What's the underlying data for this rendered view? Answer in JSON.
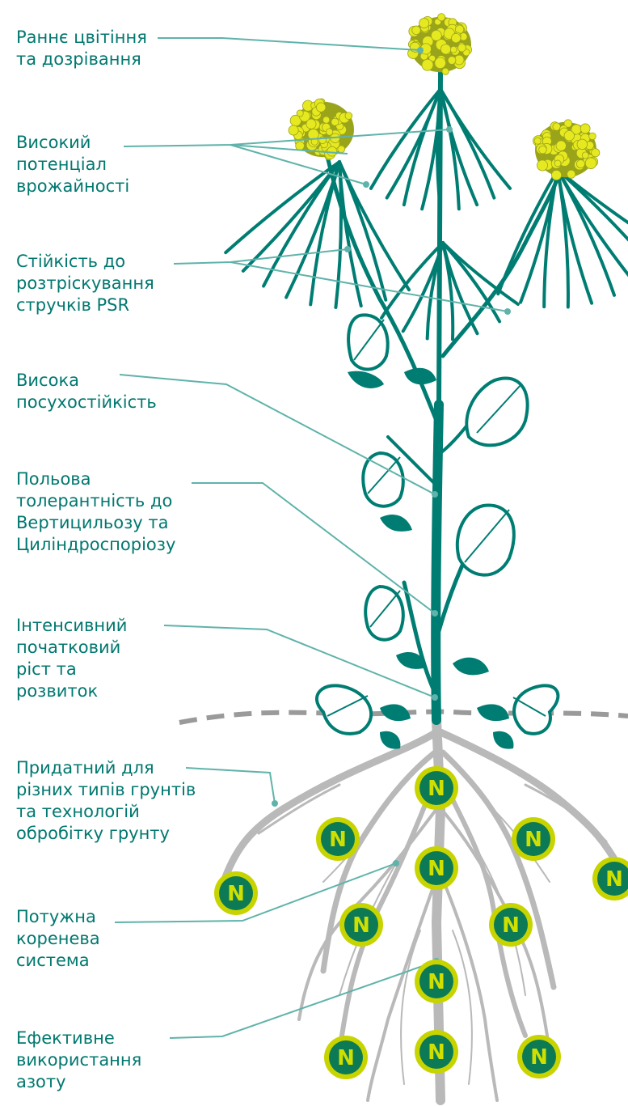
{
  "colors": {
    "stem": "#007d72",
    "label": "#00786f",
    "leader": "#5fb3aa",
    "flower": "#e6e820",
    "flower_dark": "#9aa41a",
    "root": "#b9b9b9",
    "ground": "#9a9a9a",
    "n_ring": "#c8d400",
    "n_fill": "#0b7a55",
    "n_text": "#cfe000"
  },
  "labels": [
    {
      "id": "early-flowering",
      "text": "Раннє цвітіння\nта дозрівання"
    },
    {
      "id": "high-yield",
      "text": "Високий\nпотенціал\nврожайності"
    },
    {
      "id": "pod-shatter",
      "text": "Стійкість до\nрозтріскування\nстручків PSR"
    },
    {
      "id": "drought",
      "text": "Висока\nпосухостійкість"
    },
    {
      "id": "disease-tolerance",
      "text": "Польова\nтолерантність до\nВертицильозу та\nЦиліндроспоріозу"
    },
    {
      "id": "initial-growth",
      "text": "Інтенсивний\nпочатковий\nріст та\nрозвиток"
    },
    {
      "id": "soil-types",
      "text": "Придатний для\nрізних типів грунтів\nта технологій\nобробітку грунту"
    },
    {
      "id": "root-system",
      "text": "Потужна\nкоренева\nсистема"
    },
    {
      "id": "nitrogen-use",
      "text": "Ефективне\nвикористання\nазоту"
    }
  ],
  "nitrogen_symbol": "N",
  "icons": [
    "rapeseed-plant-icon",
    "flower-cluster-icon",
    "leaf-icon",
    "root-system-icon",
    "nitrogen-badge-icon",
    "ground-line-icon"
  ]
}
